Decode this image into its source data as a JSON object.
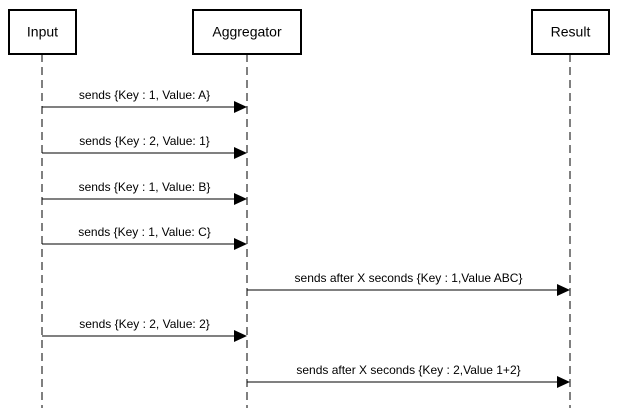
{
  "participants": [
    {
      "id": "input",
      "label": "Input"
    },
    {
      "id": "aggregator",
      "label": "Aggregator"
    },
    {
      "id": "result",
      "label": "Result"
    }
  ],
  "messages": [
    {
      "from": "input",
      "to": "aggregator",
      "label": "sends {Key : 1, Value: A}"
    },
    {
      "from": "input",
      "to": "aggregator",
      "label": "sends {Key : 2, Value: 1}"
    },
    {
      "from": "input",
      "to": "aggregator",
      "label": "sends {Key : 1, Value: B}"
    },
    {
      "from": "input",
      "to": "aggregator",
      "label": "sends {Key : 1, Value: C}"
    },
    {
      "from": "aggregator",
      "to": "result",
      "label": "sends after X seconds {Key : 1,Value ABC}"
    },
    {
      "from": "input",
      "to": "aggregator",
      "label": "sends {Key : 2, Value: 2}"
    },
    {
      "from": "aggregator",
      "to": "result",
      "label": "sends after X seconds {Key : 2,Value 1+2}"
    }
  ]
}
